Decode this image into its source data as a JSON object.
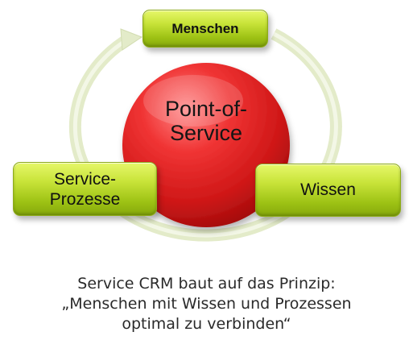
{
  "diagram": {
    "center": {
      "line1": "Point-of-",
      "line2": "Service"
    },
    "nodes": {
      "menschen": "Menschen",
      "wissen": "Wissen",
      "prozesse_line1": "Service-",
      "prozesse_line2": "Prozesse"
    },
    "colors": {
      "node_fill": "#b5d824",
      "center_fill": "#e02020",
      "ring": "#e2ebc6"
    }
  },
  "caption": {
    "line1": "Service CRM baut auf das Prinzip:",
    "line2": "„Menschen mit Wissen und Prozessen",
    "line3": "optimal zu verbinden“"
  }
}
